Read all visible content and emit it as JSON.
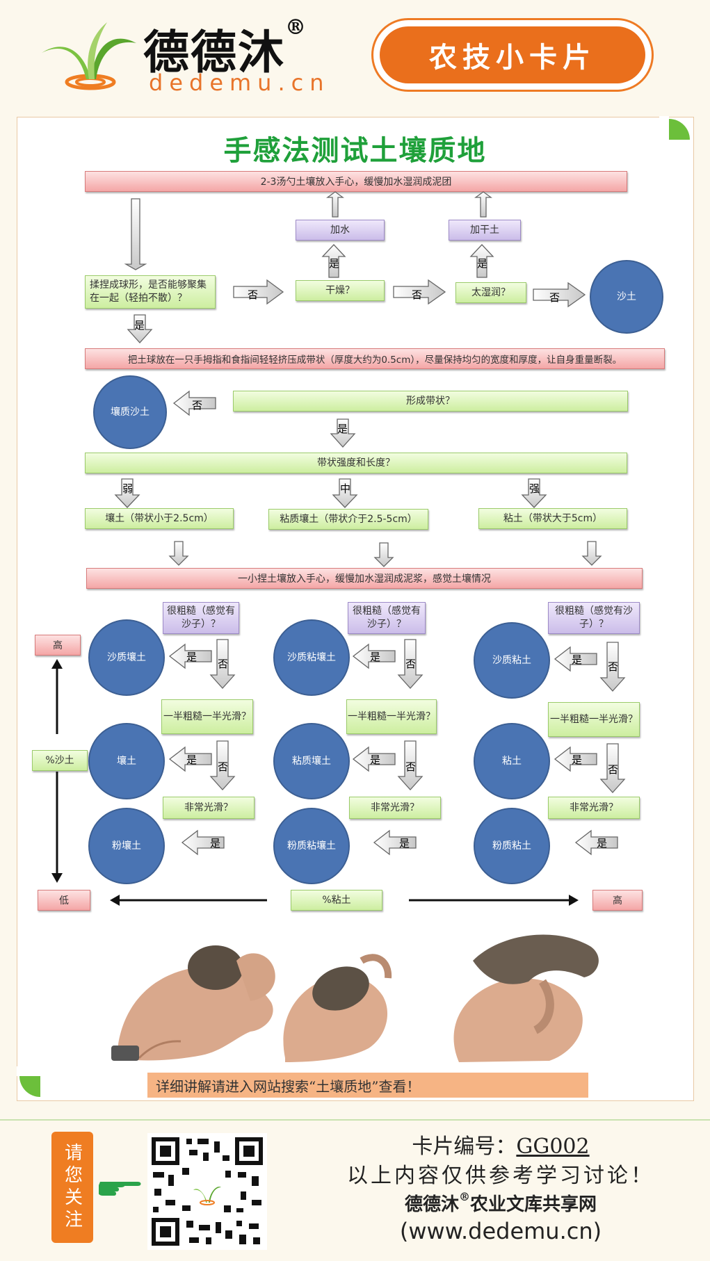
{
  "header": {
    "brand_name": "德德沐",
    "registered": "®",
    "domain": "dedemu.cn",
    "badge": "农技小卡片"
  },
  "card": {
    "title": "手感法测试土壤质地",
    "step1": "2-3汤勺土壤放入手心，缓慢加水湿润成泥团",
    "add_water": "加水",
    "add_dry_soil": "加干土",
    "q_ball": "揉捏成球形，是否能够聚集在一起（轻拍不散）？",
    "q_dry": "干燥？",
    "q_wet": "太湿润？",
    "sand": "沙土",
    "step2": "把土球放在一只手拇指和食指间轻轻挤压成带状（厚度大约为0.5cm），尽量保持均匀的宽度和厚度，让自身重量断裂。",
    "loamy_sand": "壤质沙土",
    "q_ribbon": "形成带状？",
    "q_strength": "带状强度和长度？",
    "weak": "弱",
    "medium": "中",
    "strong": "强",
    "loam_ribbon": "壤土（带状小于2.5cm）",
    "clay_loam_ribbon": "粘质壤土（带状介于2.5-5cm）",
    "clay_ribbon": "粘土（带状大于5cm）",
    "step3": "一小捏土壤放入手心，缓慢加水湿润成泥浆，感觉土壤情况",
    "q_gritty": "很粗糙（感觉有沙子）？",
    "q_half": "一半粗糙一半光滑？",
    "q_smooth": "非常光滑？",
    "yes": "是",
    "no": "否",
    "sandy_loam": "沙质壤土",
    "sandy_clay_loam": "沙质粘壤土",
    "sandy_clay": "沙质粘土",
    "loam": "壤土",
    "clay_loam": "粘质壤土",
    "clay": "粘土",
    "silt_loam": "粉壤土",
    "silty_clay_loam": "粉质粘壤土",
    "silty_clay": "粉质粘土",
    "high": "高",
    "low": "低",
    "pct_sand": "%沙土",
    "pct_clay": "%粘土",
    "footer_note": "详细讲解请进入网站搜索“土壤质地”查看！"
  },
  "footer": {
    "follow": "请您关注",
    "card_no_label": "卡片编号：",
    "card_no": "GG002",
    "disclaimer": "以上内容仅供参考学习讨论！",
    "site_name": "德德沐",
    "site_suffix": "农业文库共享网",
    "url": "(www.dedemu.cn)"
  }
}
